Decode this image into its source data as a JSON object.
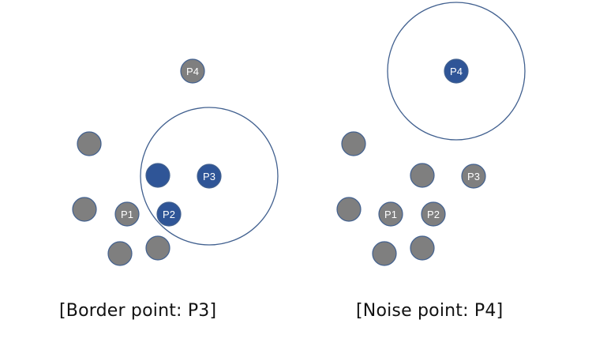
{
  "colors": {
    "core_fill": "#2f5597",
    "other_fill": "#7f7f7f",
    "stroke": "#41608f",
    "label_text": "#ffffff",
    "caption_text": "#111111"
  },
  "panels": [
    {
      "id": "border",
      "caption": "[Border point: P3]",
      "radius_centered_on": "P3",
      "points": [
        {
          "id": "P4",
          "label": "P4",
          "highlight": false
        },
        {
          "id": "a",
          "label": "",
          "highlight": false
        },
        {
          "id": "b",
          "label": "",
          "highlight": true
        },
        {
          "id": "P3",
          "label": "P3",
          "highlight": true
        },
        {
          "id": "c",
          "label": "",
          "highlight": false
        },
        {
          "id": "P1",
          "label": "P1",
          "highlight": false
        },
        {
          "id": "P2",
          "label": "P2",
          "highlight": true
        },
        {
          "id": "d",
          "label": "",
          "highlight": false
        },
        {
          "id": "e",
          "label": "",
          "highlight": false
        }
      ]
    },
    {
      "id": "noise",
      "caption": "[Noise point: P4]",
      "radius_centered_on": "P4",
      "points": [
        {
          "id": "P4",
          "label": "P4",
          "highlight": true
        },
        {
          "id": "a",
          "label": "",
          "highlight": false
        },
        {
          "id": "b",
          "label": "",
          "highlight": false
        },
        {
          "id": "P3",
          "label": "P3",
          "highlight": false
        },
        {
          "id": "c",
          "label": "",
          "highlight": false
        },
        {
          "id": "P1",
          "label": "P1",
          "highlight": false
        },
        {
          "id": "P2",
          "label": "P2",
          "highlight": false
        },
        {
          "id": "d",
          "label": "",
          "highlight": false
        },
        {
          "id": "e",
          "label": "",
          "highlight": false
        }
      ]
    }
  ]
}
